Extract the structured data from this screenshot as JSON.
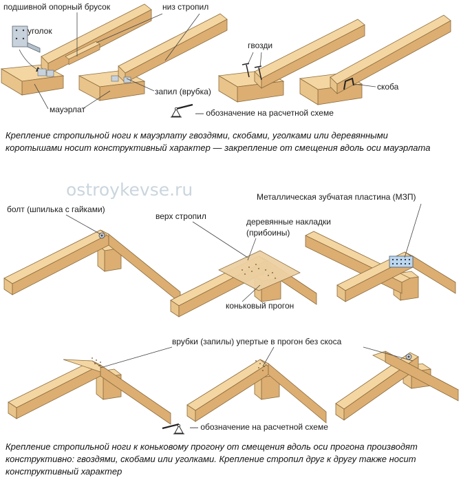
{
  "colors": {
    "wood_top": "#f4d6a2",
    "wood_side": "#dcae72",
    "wood_end": "#e9c48a",
    "outline": "#8a6a3c",
    "plate": "#c7d2dc",
    "plate_blue": "#bcd6ee"
  },
  "top": {
    "label_support_bar": "подшивной опорный брусок",
    "label_rafter_bottom": "низ стропил",
    "label_angle": "уголок",
    "label_nails": "гвозди",
    "label_cut": "запил (врубка)",
    "label_mauerlat": "мауэрлат",
    "label_staple": "скоба",
    "legend_text": "— обозначение на расчетной схеме",
    "caption": "Крепление стропильной ноги к мауэрлату гвоздями, скобами, уголками или деревянными коротышами носит конструктивный характер — закрепление от смещения вдоль оси мауэрлата"
  },
  "watermark": "ostroykevse.ru",
  "middle": {
    "label_bolt": "болт (шпилька с гайками)",
    "label_rafter_top": "верх стропил",
    "label_wood_plates": "деревянные накладки (прибоины)",
    "label_mzp": "Металлическая зубчатая пластина (МЗП)",
    "label_ridge_purlin": "коньковый прогон"
  },
  "bottom": {
    "label_notches": "врубки (запилы) упертые в прогон без скоса",
    "legend_text": "— обозначение на расчетной схеме",
    "caption": "Крепление стропильной ноги к коньковому прогону от смещения вдоль оси прогона производят конструктивно: гвоздями, скобами или уголками. Крепление стропил друг к другу также носит конструктивный характер"
  }
}
